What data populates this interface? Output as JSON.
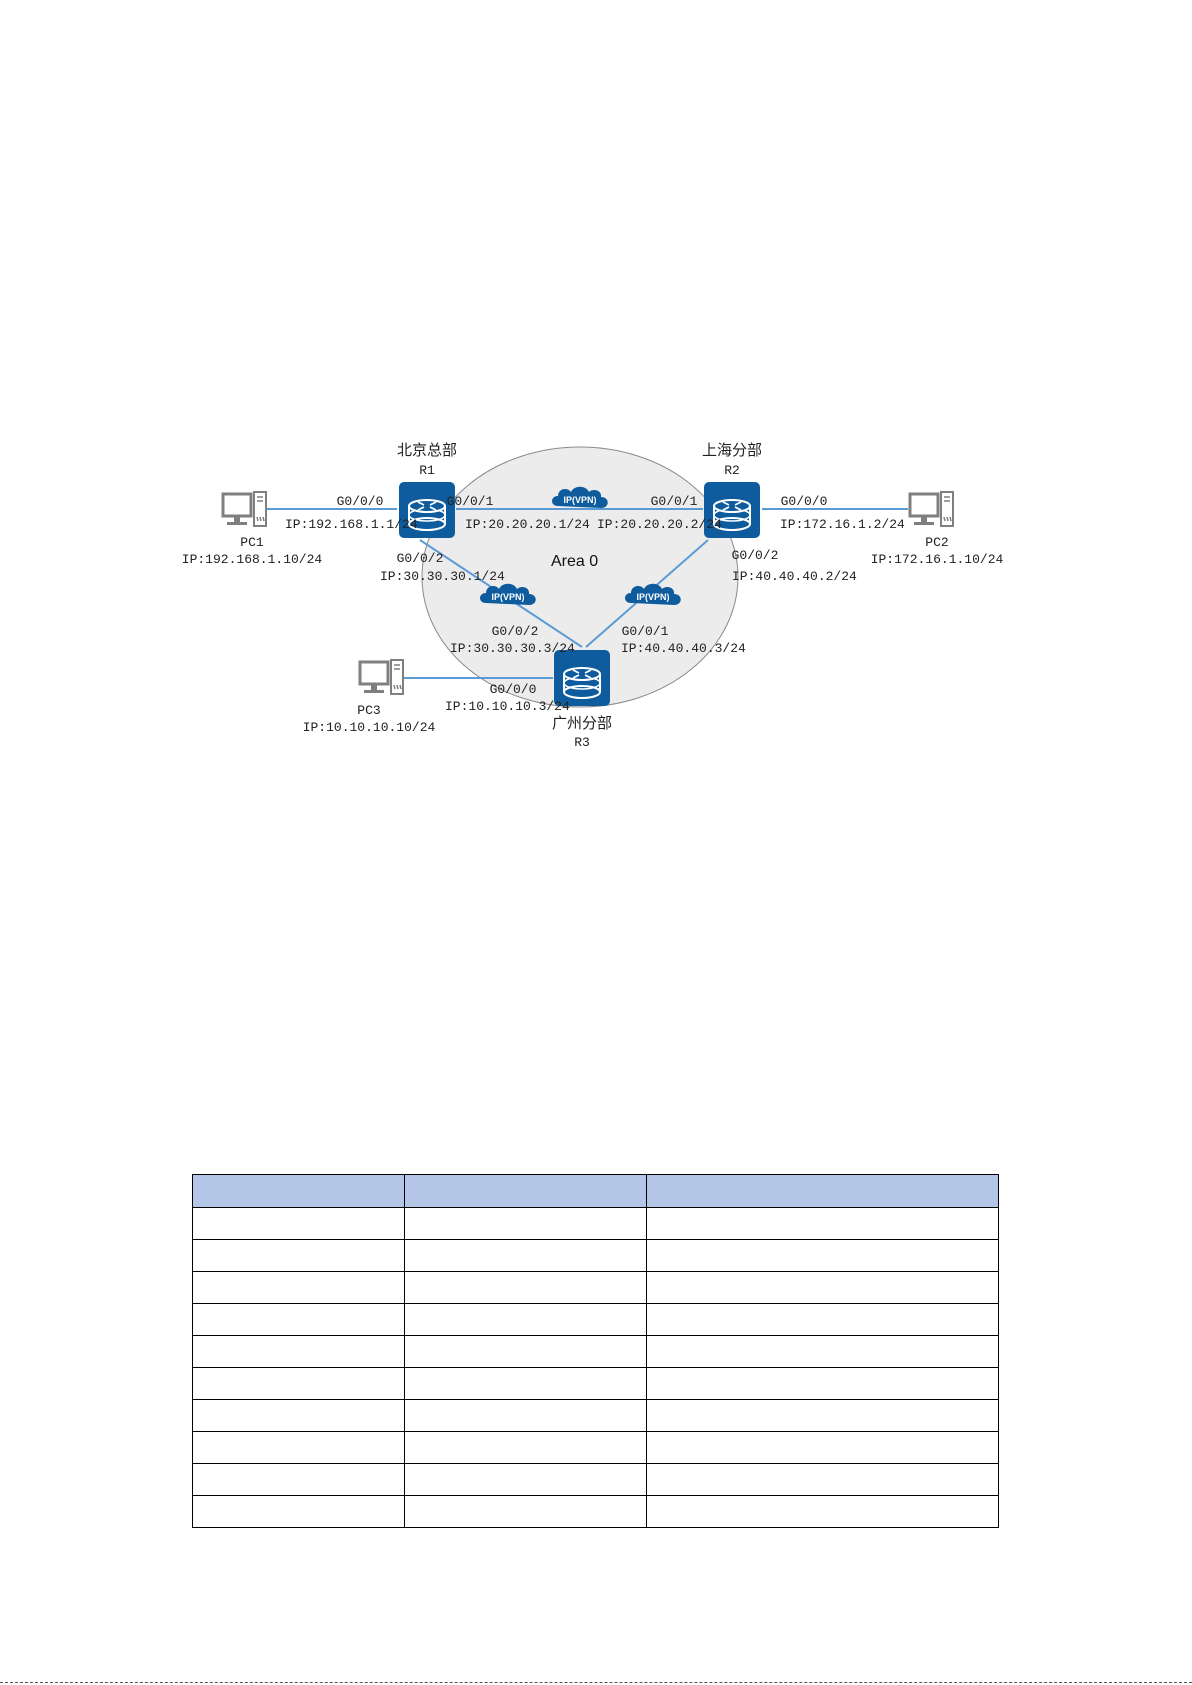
{
  "diagram": {
    "area_label": "Area 0",
    "vpn_label": "IP(VPN)",
    "routers": [
      {
        "id": "r1",
        "site": "北京总部",
        "name": "R1"
      },
      {
        "id": "r2",
        "site": "上海分部",
        "name": "R2"
      },
      {
        "id": "r3",
        "site": "广州分部",
        "name": "R3"
      }
    ],
    "pcs": [
      {
        "id": "pc1",
        "name": "PC1",
        "ip": "IP:192.168.1.10/24"
      },
      {
        "id": "pc2",
        "name": "PC2",
        "ip": "IP:172.16.1.10/24"
      },
      {
        "id": "pc3",
        "name": "PC3",
        "ip": "IP:10.10.10.10/24"
      }
    ],
    "interfaces": {
      "r1_g000": {
        "port": "G0/0/0",
        "ip": "IP:192.168.1.1/24"
      },
      "r1_g001": {
        "port": "G0/0/1",
        "ip": "IP:20.20.20.1/24"
      },
      "r1_g002": {
        "port": "G0/0/2",
        "ip": "IP:30.30.30.1/24"
      },
      "r2_g001": {
        "port": "G0/0/1",
        "ip": "IP:20.20.20.2/24"
      },
      "r2_g000": {
        "port": "G0/0/0",
        "ip": "IP:172.16.1.2/24"
      },
      "r2_g002": {
        "port": "G0/0/2",
        "ip": "IP:40.40.40.2/24"
      },
      "r3_g002": {
        "port": "G0/0/2",
        "ip": "IP:30.30.30.3/24"
      },
      "r3_g001": {
        "port": "G0/0/1",
        "ip": "IP:40.40.40.3/24"
      },
      "r3_g000": {
        "port": "G0/0/0",
        "ip": "IP:10.10.10.3/24"
      }
    },
    "colors": {
      "router": "#0e5c9e",
      "link": "#5b9bd5",
      "area_fill": "#ececec",
      "pc": "#7f7f7f"
    }
  },
  "table": {
    "header_color": "#b4c6e7",
    "columns": [
      "",
      "",
      ""
    ],
    "rows": [
      [
        "",
        "",
        ""
      ],
      [
        "",
        "",
        ""
      ],
      [
        "",
        "",
        ""
      ],
      [
        "",
        "",
        ""
      ],
      [
        "",
        "",
        ""
      ],
      [
        "",
        "",
        ""
      ],
      [
        "",
        "",
        ""
      ],
      [
        "",
        "",
        ""
      ],
      [
        "",
        "",
        ""
      ],
      [
        "",
        "",
        ""
      ]
    ]
  }
}
